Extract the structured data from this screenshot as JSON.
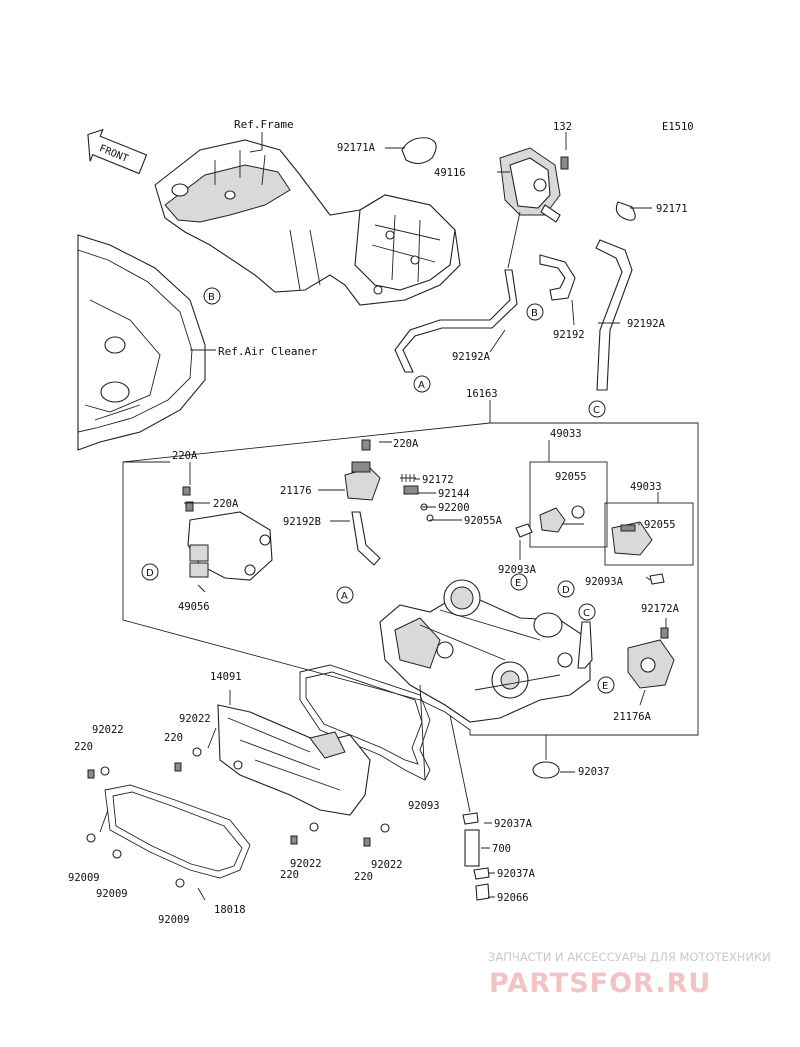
{
  "diagram": {
    "code": "E1510",
    "front_label": "FRONT",
    "ref_frame": "Ref.Frame",
    "ref_air_cleaner": "Ref.Air Cleaner",
    "callouts": {
      "a1": "A",
      "a2": "A",
      "b1": "B",
      "b2": "B",
      "c1": "C",
      "c2": "C",
      "d1": "D",
      "d2": "D",
      "e1": "E",
      "e2": "E"
    },
    "parts": {
      "p132": "132",
      "p49116": "49116",
      "p92171A": "92171A",
      "p92171": "92171",
      "p92192": "92192",
      "p92192A_1": "92192A",
      "p92192A_2": "92192A",
      "p16163": "16163",
      "p49033_1": "49033",
      "p49033_2": "49033",
      "p92055_1": "92055",
      "p92055_2": "92055",
      "p220A_1": "220A",
      "p220A_2": "220A",
      "p220A_3": "220A",
      "p21176": "21176",
      "p92172": "92172",
      "p92144": "92144",
      "p92200": "92200",
      "p92192B": "92192B",
      "p92055A": "92055A",
      "p92093A_1": "92093A",
      "p92093A_2": "92093A",
      "p92172A": "92172A",
      "p21176A": "21176A",
      "p49056": "49056",
      "p14091": "14091",
      "p92022_1": "92022",
      "p92022_2": "92022",
      "p92022_3": "92022",
      "p92022_4": "92022",
      "p220_1": "220",
      "p220_2": "220",
      "p220_3": "220",
      "p220_4": "220",
      "p92037": "92037",
      "p92093": "92093",
      "p92037A_1": "92037A",
      "p92037A_2": "92037A",
      "p700": "700",
      "p92066": "92066",
      "p92009_1": "92009",
      "p92009_2": "92009",
      "p92009_3": "92009",
      "p18018": "18018"
    }
  },
  "watermark": {
    "tagline": "ЗАПЧАСТИ И АКСЕССУАРЫ ДЛЯ МОТОТЕХНИКИ",
    "logo": "PARTSFOR.RU",
    "color": "#f3c3c3"
  }
}
